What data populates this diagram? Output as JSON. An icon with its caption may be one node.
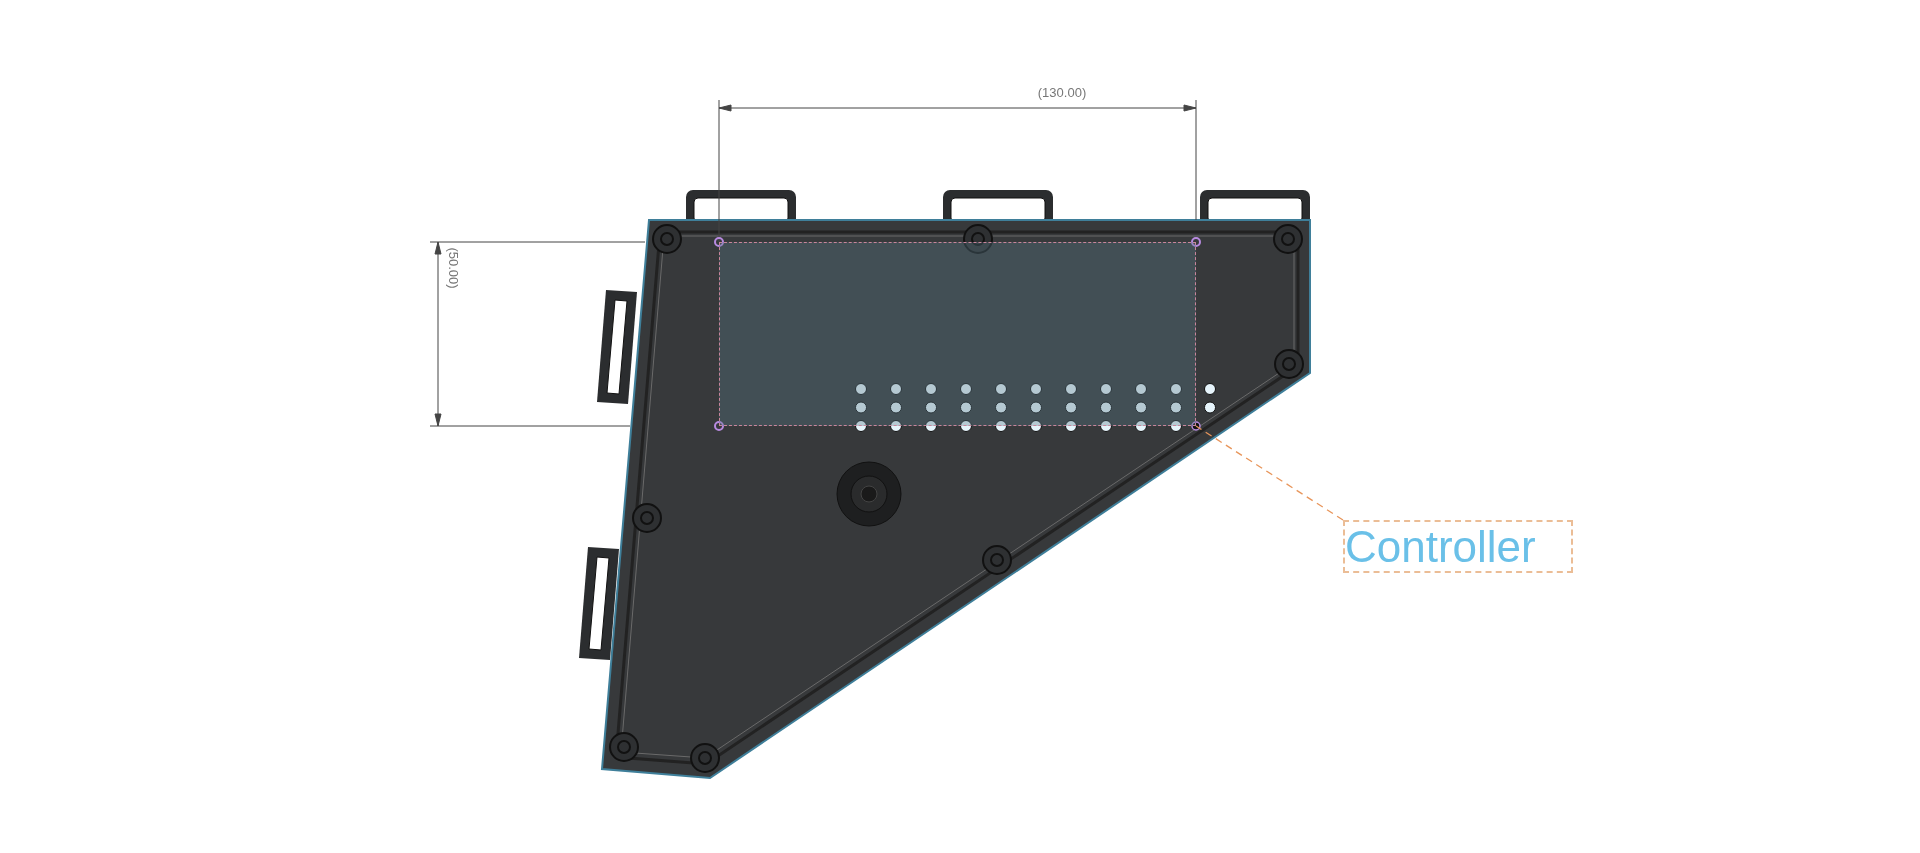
{
  "diagram": {
    "nodes": [
      {
        "text": [
          "Controller"
        ]
      },
      {
        "text": [],
        "shape": "box"
      }
    ],
    "edges": [
      {
        "from": 0,
        "to": 1,
        "arrow": "none",
        "style": "dashed",
        "color": "#e8955a"
      }
    ],
    "labels": [
      "(130.00)",
      "(50.00)"
    ]
  }
}
